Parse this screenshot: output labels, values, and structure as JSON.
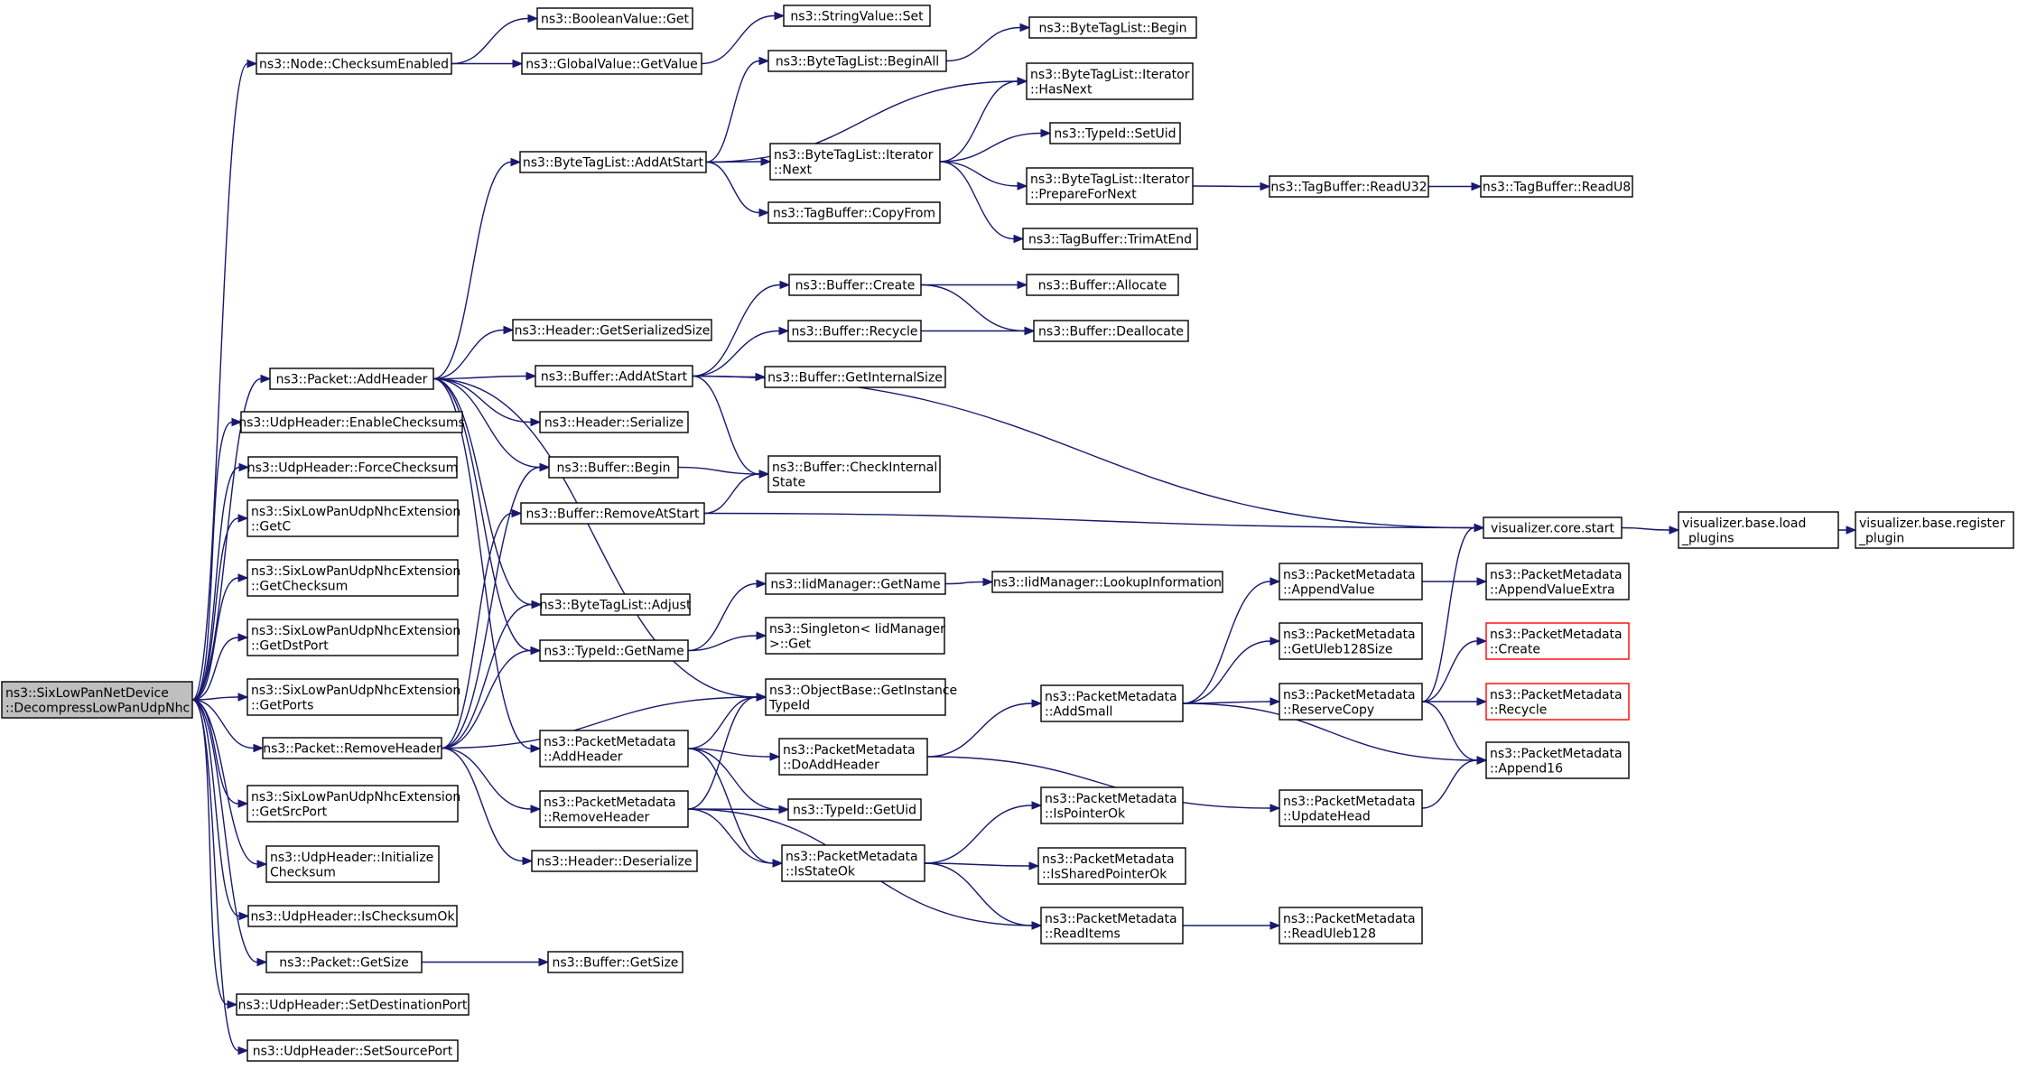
{
  "diagram": {
    "colors": {
      "edge": "#191970",
      "root_fill": "#bfbfbf",
      "box_border": "#000000",
      "incomplete_border": "#ff0000"
    },
    "nodes": [
      {
        "id": "root",
        "lines": [
          "ns3::SixLowPanNetDevice",
          "::DecompressLowPanUdpNhc"
        ],
        "style": "root"
      },
      {
        "id": "n_checksumEnabled",
        "lines": [
          "ns3::Node::ChecksumEnabled"
        ]
      },
      {
        "id": "n_boolGet",
        "lines": [
          "ns3::BooleanValue::Get"
        ]
      },
      {
        "id": "n_globalGetValue",
        "lines": [
          "ns3::GlobalValue::GetValue"
        ]
      },
      {
        "id": "n_stringSet",
        "lines": [
          "ns3::StringValue::Set"
        ]
      },
      {
        "id": "n_btlBeginAll",
        "lines": [
          "ns3::ByteTagList::BeginAll"
        ]
      },
      {
        "id": "n_btlBegin",
        "lines": [
          "ns3::ByteTagList::Begin"
        ]
      },
      {
        "id": "n_btlItHasNext",
        "lines": [
          "ns3::ByteTagList::Iterator",
          "::HasNext"
        ]
      },
      {
        "id": "n_btlAddAtStart",
        "lines": [
          "ns3::ByteTagList::AddAtStart"
        ]
      },
      {
        "id": "n_btlItNext",
        "lines": [
          "ns3::ByteTagList::Iterator",
          "::Next"
        ]
      },
      {
        "id": "n_typeIdSetUid",
        "lines": [
          "ns3::TypeId::SetUid"
        ]
      },
      {
        "id": "n_btlItPrepare",
        "lines": [
          "ns3::ByteTagList::Iterator",
          "::PrepareForNext"
        ]
      },
      {
        "id": "n_tbReadU32",
        "lines": [
          "ns3::TagBuffer::ReadU32"
        ]
      },
      {
        "id": "n_tbReadU8",
        "lines": [
          "ns3::TagBuffer::ReadU8"
        ]
      },
      {
        "id": "n_tbCopyFrom",
        "lines": [
          "ns3::TagBuffer::CopyFrom"
        ]
      },
      {
        "id": "n_tbTrimAtEnd",
        "lines": [
          "ns3::TagBuffer::TrimAtEnd"
        ]
      },
      {
        "id": "n_bufCreate",
        "lines": [
          "ns3::Buffer::Create"
        ]
      },
      {
        "id": "n_bufAllocate",
        "lines": [
          "ns3::Buffer::Allocate"
        ]
      },
      {
        "id": "n_hdrGetSerSize",
        "lines": [
          "ns3::Header::GetSerializedSize"
        ]
      },
      {
        "id": "n_bufRecycle",
        "lines": [
          "ns3::Buffer::Recycle"
        ]
      },
      {
        "id": "n_bufDeallocate",
        "lines": [
          "ns3::Buffer::Deallocate"
        ]
      },
      {
        "id": "n_pktAddHeader",
        "lines": [
          "ns3::Packet::AddHeader"
        ]
      },
      {
        "id": "n_bufAddAtStart",
        "lines": [
          "ns3::Buffer::AddAtStart"
        ]
      },
      {
        "id": "n_bufGetInternalSize",
        "lines": [
          "ns3::Buffer::GetInternalSize"
        ]
      },
      {
        "id": "n_udpEnableChecksums",
        "lines": [
          "ns3::UdpHeader::EnableChecksums"
        ]
      },
      {
        "id": "n_hdrSerialize",
        "lines": [
          "ns3::Header::Serialize"
        ]
      },
      {
        "id": "n_udpForceChecksum",
        "lines": [
          "ns3::UdpHeader::ForceChecksum"
        ]
      },
      {
        "id": "n_bufBegin",
        "lines": [
          "ns3::Buffer::Begin"
        ]
      },
      {
        "id": "n_bufCheckInternal",
        "lines": [
          "ns3::Buffer::CheckInternal",
          "State"
        ]
      },
      {
        "id": "n_slpGetC",
        "lines": [
          "ns3::SixLowPanUdpNhcExtension",
          "::GetC"
        ]
      },
      {
        "id": "n_bufRemoveAtStart",
        "lines": [
          "ns3::Buffer::RemoveAtStart"
        ]
      },
      {
        "id": "n_visCoreStart",
        "lines": [
          "visualizer.core.start"
        ]
      },
      {
        "id": "n_visLoadPlugins",
        "lines": [
          "visualizer.base.load",
          "_plugins"
        ]
      },
      {
        "id": "n_visRegisterPlugin",
        "lines": [
          "visualizer.base.register",
          "_plugin"
        ]
      },
      {
        "id": "n_slpGetChecksum",
        "lines": [
          "ns3::SixLowPanUdpNhcExtension",
          "::GetChecksum"
        ]
      },
      {
        "id": "n_iidGetName",
        "lines": [
          "ns3::IidManager::GetName"
        ]
      },
      {
        "id": "n_iidLookup",
        "lines": [
          "ns3::IidManager::LookupInformation"
        ]
      },
      {
        "id": "n_pmAppendValue",
        "lines": [
          "ns3::PacketMetadata",
          "::AppendValue"
        ]
      },
      {
        "id": "n_pmAppendValueExtra",
        "lines": [
          "ns3::PacketMetadata",
          "::AppendValueExtra"
        ]
      },
      {
        "id": "n_btlAdjust",
        "lines": [
          "ns3::ByteTagList::Adjust"
        ]
      },
      {
        "id": "n_slpGetDstPort",
        "lines": [
          "ns3::SixLowPanUdpNhcExtension",
          "::GetDstPort"
        ]
      },
      {
        "id": "n_singletonGet",
        "lines": [
          "ns3::Singleton< IidManager",
          " >::Get"
        ]
      },
      {
        "id": "n_pmGetUleb128Size",
        "lines": [
          "ns3::PacketMetadata",
          "::GetUleb128Size"
        ]
      },
      {
        "id": "n_pmCreate",
        "lines": [
          "ns3::PacketMetadata",
          "::Create"
        ],
        "style": "red"
      },
      {
        "id": "n_typeIdGetName",
        "lines": [
          "ns3::TypeId::GetName"
        ]
      },
      {
        "id": "n_slpGetPorts",
        "lines": [
          "ns3::SixLowPanUdpNhcExtension",
          "::GetPorts"
        ]
      },
      {
        "id": "n_objGetInstanceTypeId",
        "lines": [
          "ns3::ObjectBase::GetInstance",
          "TypeId"
        ]
      },
      {
        "id": "n_pmAddSmall",
        "lines": [
          "ns3::PacketMetadata",
          "::AddSmall"
        ]
      },
      {
        "id": "n_pmReserveCopy",
        "lines": [
          "ns3::PacketMetadata",
          "::ReserveCopy"
        ]
      },
      {
        "id": "n_pmRecycle",
        "lines": [
          "ns3::PacketMetadata",
          "::Recycle"
        ],
        "style": "red"
      },
      {
        "id": "n_pmAddHeader",
        "lines": [
          "ns3::PacketMetadata",
          "::AddHeader"
        ]
      },
      {
        "id": "n_pktRemoveHeader",
        "lines": [
          "ns3::Packet::RemoveHeader"
        ]
      },
      {
        "id": "n_pmDoAddHeader",
        "lines": [
          "ns3::PacketMetadata",
          "::DoAddHeader"
        ]
      },
      {
        "id": "n_pmAppend16",
        "lines": [
          "ns3::PacketMetadata",
          "::Append16"
        ]
      },
      {
        "id": "n_slpGetSrcPort",
        "lines": [
          "ns3::SixLowPanUdpNhcExtension",
          "::GetSrcPort"
        ]
      },
      {
        "id": "n_pmRemoveHeader",
        "lines": [
          "ns3::PacketMetadata",
          "::RemoveHeader"
        ]
      },
      {
        "id": "n_typeIdGetUid",
        "lines": [
          "ns3::TypeId::GetUid"
        ]
      },
      {
        "id": "n_pmUpdateHead",
        "lines": [
          "ns3::PacketMetadata",
          "::UpdateHead"
        ]
      },
      {
        "id": "n_pmIsPointerOk",
        "lines": [
          "ns3::PacketMetadata",
          "::IsPointerOk"
        ]
      },
      {
        "id": "n_udpInitChecksum",
        "lines": [
          "ns3::UdpHeader::Initialize",
          "Checksum"
        ]
      },
      {
        "id": "n_pmIsStateOk",
        "lines": [
          "ns3::PacketMetadata",
          "::IsStateOk"
        ]
      },
      {
        "id": "n_hdrDeserialize",
        "lines": [
          "ns3::Header::Deserialize"
        ]
      },
      {
        "id": "n_pmIsSharedPointerOk",
        "lines": [
          "ns3::PacketMetadata",
          "::IsSharedPointerOk"
        ]
      },
      {
        "id": "n_udpIsChecksumOk",
        "lines": [
          "ns3::UdpHeader::IsChecksumOk"
        ]
      },
      {
        "id": "n_pmReadItems",
        "lines": [
          "ns3::PacketMetadata",
          "::ReadItems"
        ]
      },
      {
        "id": "n_pmReadUleb128",
        "lines": [
          "ns3::PacketMetadata",
          "::ReadUleb128"
        ]
      },
      {
        "id": "n_pktGetSize",
        "lines": [
          "ns3::Packet::GetSize"
        ]
      },
      {
        "id": "n_bufGetSize",
        "lines": [
          "ns3::Buffer::GetSize"
        ]
      },
      {
        "id": "n_udpSetDstPort",
        "lines": [
          "ns3::UdpHeader::SetDestinationPort"
        ]
      },
      {
        "id": "n_udpSetSrcPort",
        "lines": [
          "ns3::UdpHeader::SetSourcePort"
        ]
      }
    ],
    "edges": [
      [
        "root",
        "n_checksumEnabled"
      ],
      [
        "root",
        "n_pktAddHeader"
      ],
      [
        "root",
        "n_udpEnableChecksums"
      ],
      [
        "root",
        "n_udpForceChecksum"
      ],
      [
        "root",
        "n_slpGetC"
      ],
      [
        "root",
        "n_slpGetChecksum"
      ],
      [
        "root",
        "n_slpGetDstPort"
      ],
      [
        "root",
        "n_slpGetPorts"
      ],
      [
        "root",
        "n_pktRemoveHeader"
      ],
      [
        "root",
        "n_slpGetSrcPort"
      ],
      [
        "root",
        "n_udpInitChecksum"
      ],
      [
        "root",
        "n_udpIsChecksumOk"
      ],
      [
        "root",
        "n_pktGetSize"
      ],
      [
        "root",
        "n_udpSetDstPort"
      ],
      [
        "root",
        "n_udpSetSrcPort"
      ],
      [
        "n_checksumEnabled",
        "n_boolGet"
      ],
      [
        "n_checksumEnabled",
        "n_globalGetValue"
      ],
      [
        "n_globalGetValue",
        "n_stringSet"
      ],
      [
        "n_pktAddHeader",
        "n_btlAddAtStart"
      ],
      [
        "n_pktAddHeader",
        "n_hdrGetSerSize"
      ],
      [
        "n_pktAddHeader",
        "n_bufAddAtStart"
      ],
      [
        "n_pktAddHeader",
        "n_hdrSerialize"
      ],
      [
        "n_pktAddHeader",
        "n_bufBegin"
      ],
      [
        "n_pktAddHeader",
        "n_btlAdjust"
      ],
      [
        "n_pktAddHeader",
        "n_typeIdGetName"
      ],
      [
        "n_pktAddHeader",
        "n_objGetInstanceTypeId"
      ],
      [
        "n_pktAddHeader",
        "n_pmAddHeader"
      ],
      [
        "n_btlAddAtStart",
        "n_btlBeginAll"
      ],
      [
        "n_btlAddAtStart",
        "n_btlItHasNext"
      ],
      [
        "n_btlAddAtStart",
        "n_btlItNext"
      ],
      [
        "n_btlAddAtStart",
        "n_tbCopyFrom"
      ],
      [
        "n_btlBeginAll",
        "n_btlBegin"
      ],
      [
        "n_btlItNext",
        "n_btlItHasNext"
      ],
      [
        "n_btlItNext",
        "n_typeIdSetUid"
      ],
      [
        "n_btlItNext",
        "n_btlItPrepare"
      ],
      [
        "n_btlItNext",
        "n_tbTrimAtEnd"
      ],
      [
        "n_btlItPrepare",
        "n_tbReadU32"
      ],
      [
        "n_tbReadU32",
        "n_tbReadU8"
      ],
      [
        "n_bufAddAtStart",
        "n_bufCreate"
      ],
      [
        "n_bufAddAtStart",
        "n_bufRecycle"
      ],
      [
        "n_bufAddAtStart",
        "n_bufGetInternalSize"
      ],
      [
        "n_bufAddAtStart",
        "n_bufCheckInternal"
      ],
      [
        "n_bufAddAtStart",
        "n_visCoreStart"
      ],
      [
        "n_bufCreate",
        "n_bufAllocate"
      ],
      [
        "n_bufCreate",
        "n_bufDeallocate"
      ],
      [
        "n_bufRecycle",
        "n_bufDeallocate"
      ],
      [
        "n_bufBegin",
        "n_bufCheckInternal"
      ],
      [
        "n_bufRemoveAtStart",
        "n_bufCheckInternal"
      ],
      [
        "n_bufRemoveAtStart",
        "n_visCoreStart"
      ],
      [
        "n_visCoreStart",
        "n_visLoadPlugins"
      ],
      [
        "n_visLoadPlugins",
        "n_visRegisterPlugin"
      ],
      [
        "n_typeIdGetName",
        "n_iidGetName"
      ],
      [
        "n_typeIdGetName",
        "n_singletonGet"
      ],
      [
        "n_iidGetName",
        "n_iidLookup"
      ],
      [
        "n_pktRemoveHeader",
        "n_bufBegin"
      ],
      [
        "n_pktRemoveHeader",
        "n_bufRemoveAtStart"
      ],
      [
        "n_pktRemoveHeader",
        "n_btlAdjust"
      ],
      [
        "n_pktRemoveHeader",
        "n_typeIdGetName"
      ],
      [
        "n_pktRemoveHeader",
        "n_objGetInstanceTypeId"
      ],
      [
        "n_pktRemoveHeader",
        "n_pmRemoveHeader"
      ],
      [
        "n_pktRemoveHeader",
        "n_hdrDeserialize"
      ],
      [
        "n_pmAddHeader",
        "n_objGetInstanceTypeId"
      ],
      [
        "n_pmAddHeader",
        "n_pmDoAddHeader"
      ],
      [
        "n_pmAddHeader",
        "n_typeIdGetUid"
      ],
      [
        "n_pmAddHeader",
        "n_pmIsStateOk"
      ],
      [
        "n_pmRemoveHeader",
        "n_objGetInstanceTypeId"
      ],
      [
        "n_pmRemoveHeader",
        "n_typeIdGetUid"
      ],
      [
        "n_pmRemoveHeader",
        "n_pmIsStateOk"
      ],
      [
        "n_pmRemoveHeader",
        "n_pmReadItems"
      ],
      [
        "n_pmDoAddHeader",
        "n_pmAddSmall"
      ],
      [
        "n_pmDoAddHeader",
        "n_pmUpdateHead"
      ],
      [
        "n_pmAddSmall",
        "n_pmAppendValue"
      ],
      [
        "n_pmAddSmall",
        "n_pmGetUleb128Size"
      ],
      [
        "n_pmAddSmall",
        "n_pmReserveCopy"
      ],
      [
        "n_pmAddSmall",
        "n_pmAppend16"
      ],
      [
        "n_pmAppendValue",
        "n_pmAppendValueExtra"
      ],
      [
        "n_pmReserveCopy",
        "n_visCoreStart"
      ],
      [
        "n_pmReserveCopy",
        "n_pmCreate"
      ],
      [
        "n_pmReserveCopy",
        "n_pmRecycle"
      ],
      [
        "n_pmReserveCopy",
        "n_pmAppend16"
      ],
      [
        "n_pmUpdateHead",
        "n_pmAppend16"
      ],
      [
        "n_pmIsStateOk",
        "n_pmIsPointerOk"
      ],
      [
        "n_pmIsStateOk",
        "n_pmIsSharedPointerOk"
      ],
      [
        "n_pmIsStateOk",
        "n_pmReadItems"
      ],
      [
        "n_pmReadItems",
        "n_pmReadUleb128"
      ],
      [
        "n_pktGetSize",
        "n_bufGetSize"
      ]
    ]
  }
}
